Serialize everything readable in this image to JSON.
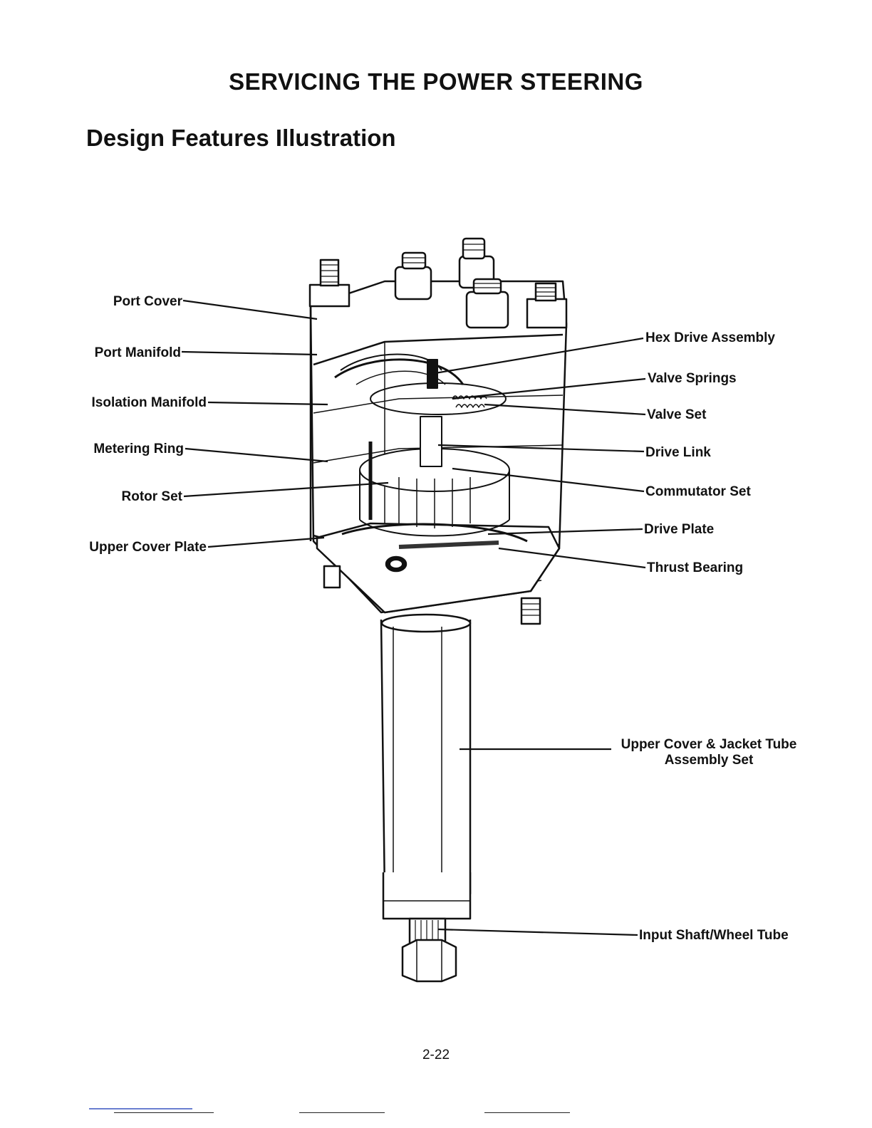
{
  "header": {
    "title": "SERVICING THE POWER STEERING",
    "section": "Design Features Illustration"
  },
  "figure": {
    "icon": "power-steering-unit-illustration",
    "callouts_left": [
      "Port Cover",
      "Port Manifold",
      "Isolation Manifold",
      "Metering Ring",
      "Rotor Set",
      "Upper Cover Plate"
    ],
    "callouts_right": [
      "Hex Drive Assembly",
      "Valve Springs",
      "Valve Set",
      "Drive Link",
      "Commutator Set",
      "Drive Plate",
      "Thrust Bearing"
    ],
    "callout_jacket_line1": "Upper Cover & Jacket Tube",
    "callout_jacket_line2": "Assembly Set",
    "callout_input_shaft": "Input Shaft/Wheel Tube"
  },
  "footer": {
    "page_number": "2-22"
  }
}
